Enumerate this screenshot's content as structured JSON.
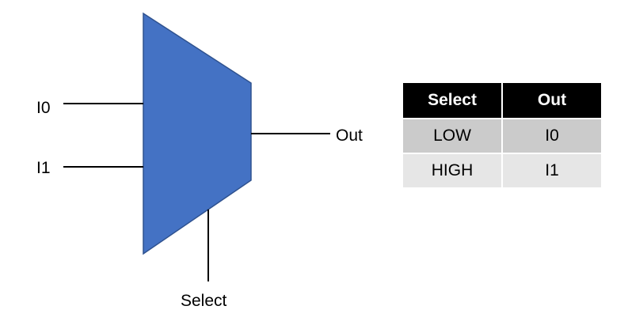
{
  "diagram": {
    "inputs": [
      "I0",
      "I1"
    ],
    "output": "Out",
    "select": "Select",
    "mux_color": "#4472c4",
    "mux_border_color": "#2f528f"
  },
  "truth_table": {
    "headers": [
      "Select",
      "Out"
    ],
    "rows": [
      [
        "LOW",
        "I0"
      ],
      [
        "HIGH",
        "I1"
      ]
    ],
    "header_color": "#000000",
    "row_colors": [
      "#cbcbcb",
      "#e6e6e6"
    ]
  }
}
